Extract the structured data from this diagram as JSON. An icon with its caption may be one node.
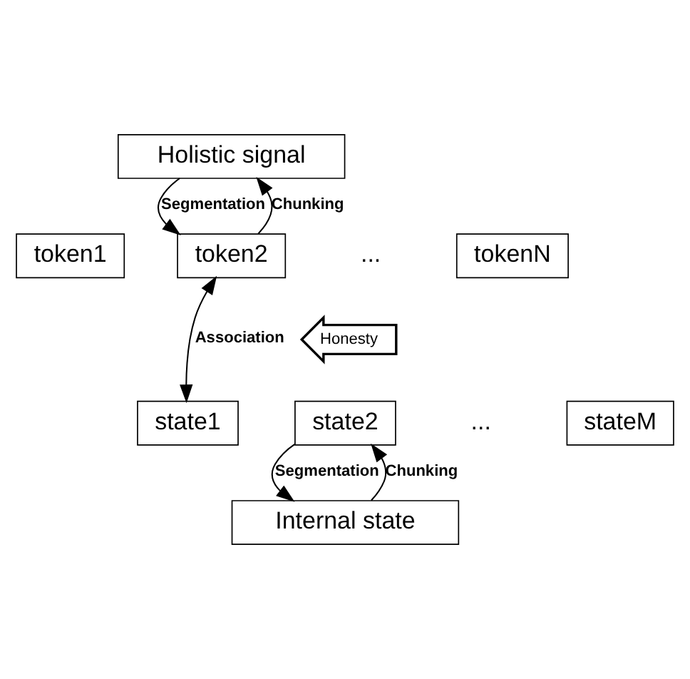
{
  "diagram": {
    "nodes": [
      {
        "text": [
          "Holistic signal"
        ]
      },
      {
        "text": [
          "token1"
        ]
      },
      {
        "text": [
          "token2"
        ]
      },
      {
        "text": [
          "tokenN"
        ]
      },
      {
        "text": [
          "state1"
        ]
      },
      {
        "text": [
          "state2"
        ]
      },
      {
        "text": [
          "stateM"
        ]
      },
      {
        "text": [
          "Internal state"
        ]
      }
    ],
    "edges": [
      {
        "from": 0,
        "to": 2,
        "arrow": "to",
        "label": "Segmentation"
      },
      {
        "from": 2,
        "to": 0,
        "arrow": "to",
        "label": "Chunking"
      },
      {
        "from": 2,
        "to": 4,
        "arrow": "both",
        "label": "Association"
      },
      {
        "from": 5,
        "to": 7,
        "arrow": "to",
        "label": "Segmentation"
      },
      {
        "from": 7,
        "to": 5,
        "arrow": "to",
        "label": "Chunking"
      }
    ],
    "labels": [
      "...",
      "Honesty",
      "..."
    ]
  }
}
